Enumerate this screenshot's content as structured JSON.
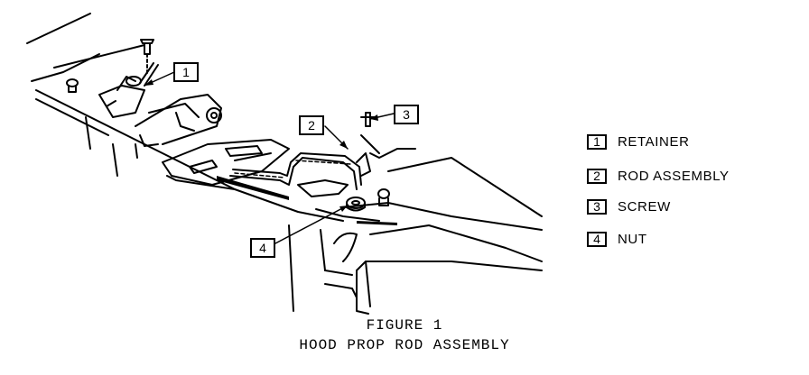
{
  "callouts": [
    "1",
    "2",
    "3",
    "4"
  ],
  "legend": [
    {
      "number": "1",
      "label": "RETAINER"
    },
    {
      "number": "2",
      "label": "ROD ASSEMBLY"
    },
    {
      "number": "3",
      "label": "SCREW"
    },
    {
      "number": "4",
      "label": "NUT"
    }
  ],
  "caption": {
    "line1": "FIGURE 1",
    "line2": "HOOD PROP ROD ASSEMBLY"
  }
}
